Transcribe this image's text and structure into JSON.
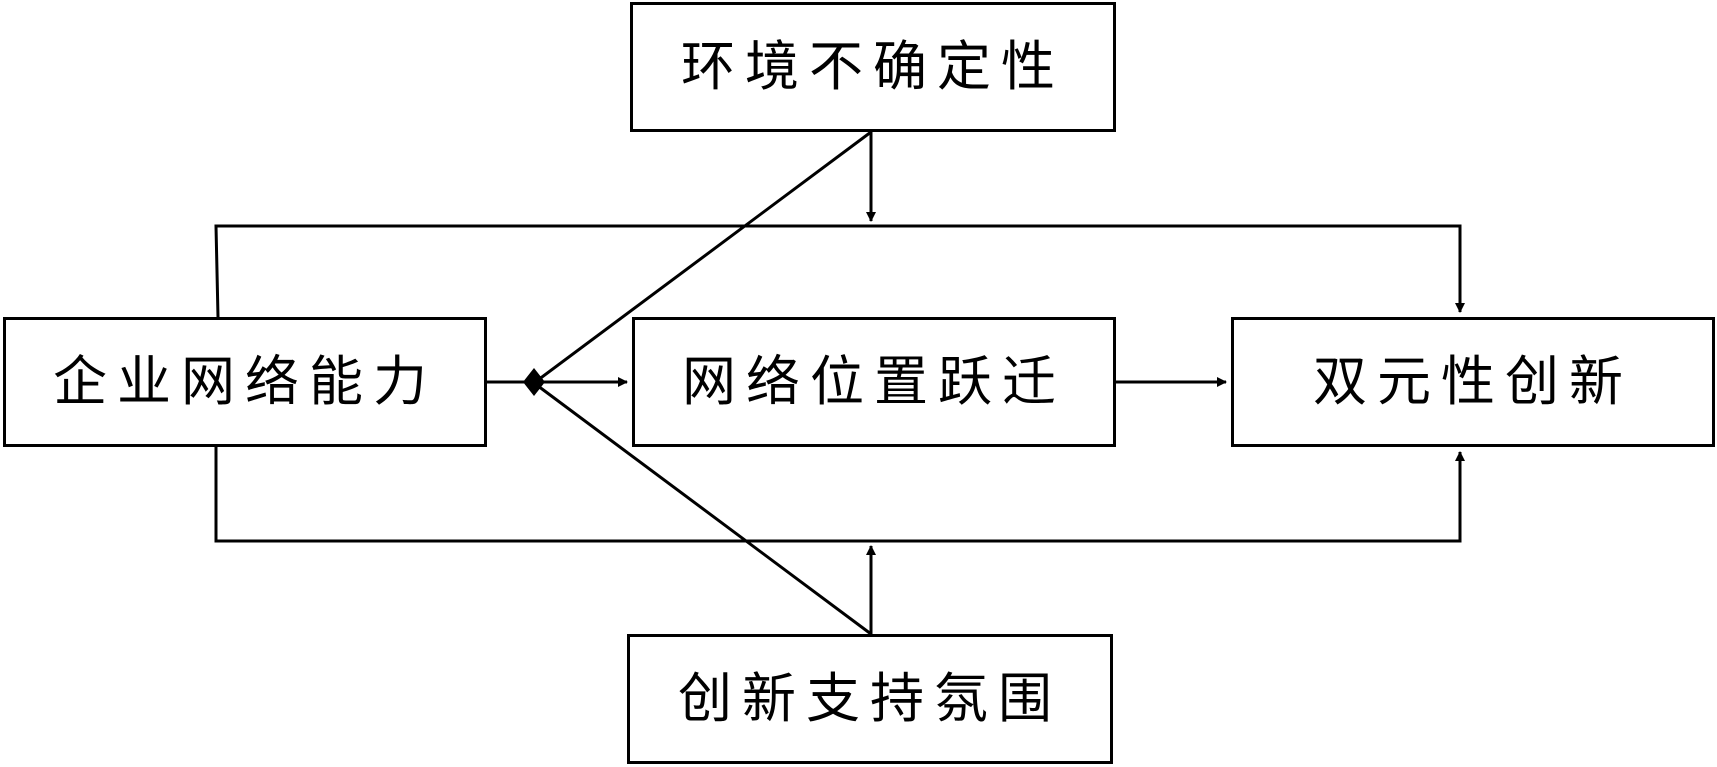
{
  "nodes": {
    "environmental_uncertainty": "环境不确定性",
    "network_capability": "企业网络能力",
    "network_position_shift": "网络位置跃迁",
    "ambidextrous_innovation": "双元性创新",
    "innovation_climate": "创新支持氛围"
  },
  "colors": {
    "line": "#000000",
    "background": "#ffffff"
  }
}
